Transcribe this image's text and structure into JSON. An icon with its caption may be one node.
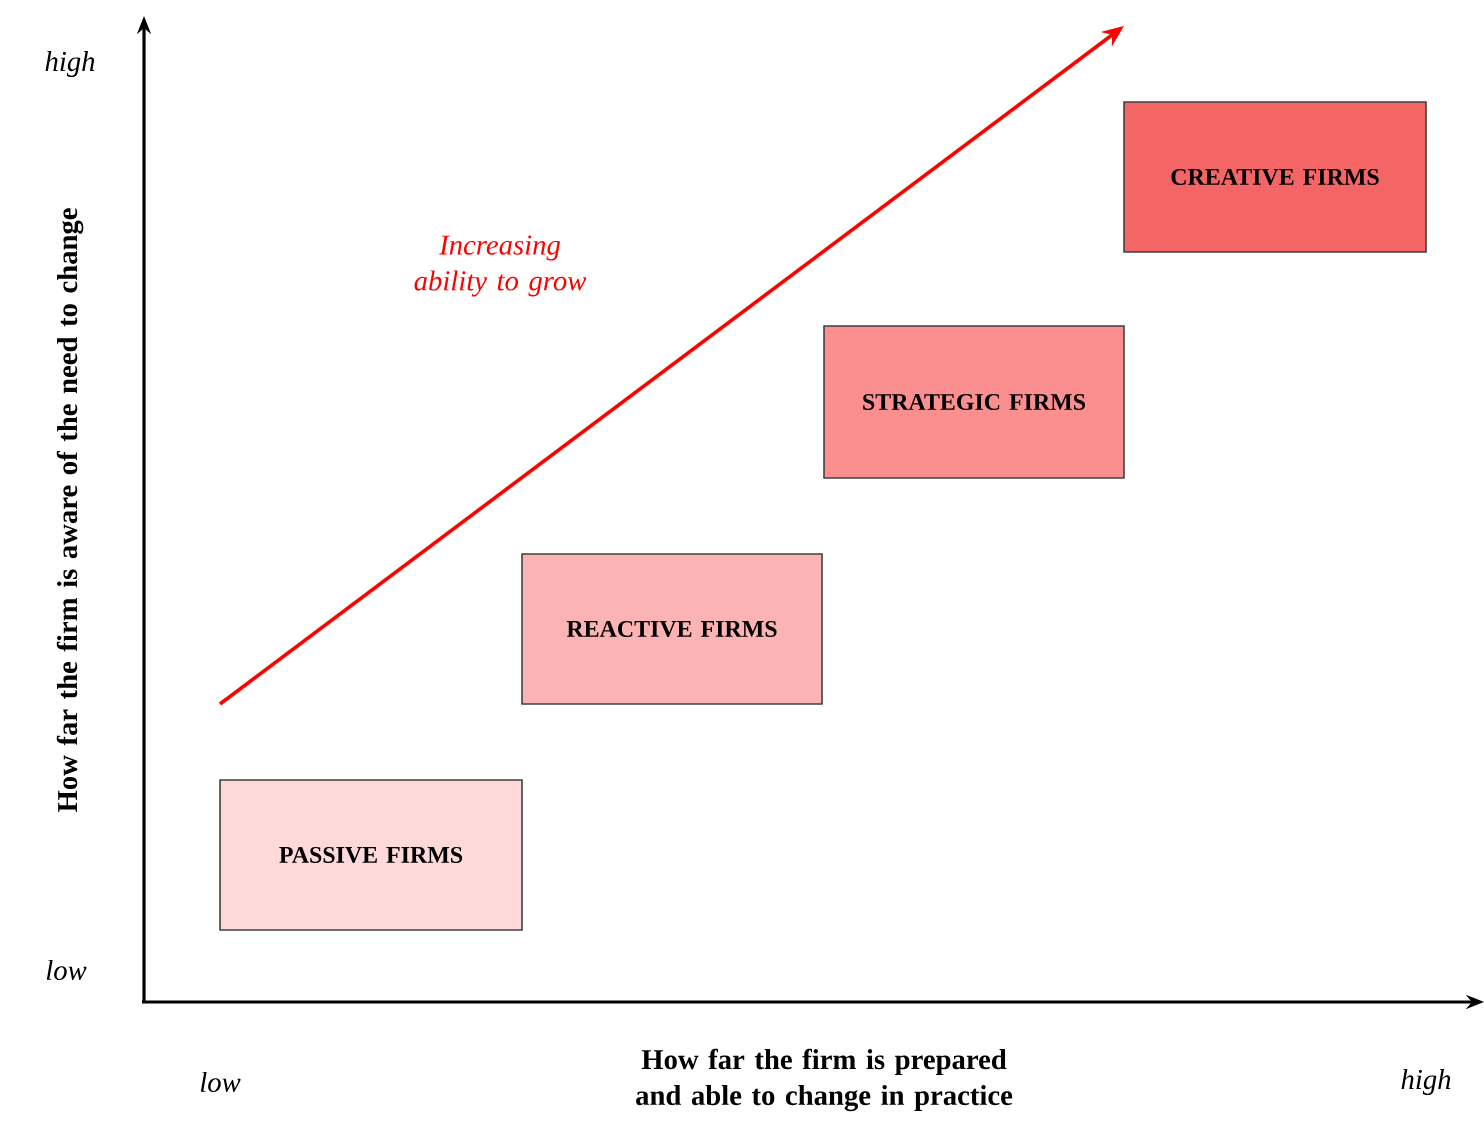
{
  "diagram": {
    "nodes": [
      {
        "text": [
          "PASSIVE FIRMS"
        ]
      },
      {
        "text": [
          "REACTIVE FIRMS"
        ]
      },
      {
        "text": [
          "STRATEGIC FIRMS"
        ]
      },
      {
        "text": [
          "CREATIVE FIRMS"
        ]
      }
    ],
    "labels": [
      "high",
      "How far the firm is aware of the need to change",
      "low",
      "Increasing ability to grow",
      "How far the firm is prepared and able to change in practice",
      "low",
      "high"
    ]
  }
}
